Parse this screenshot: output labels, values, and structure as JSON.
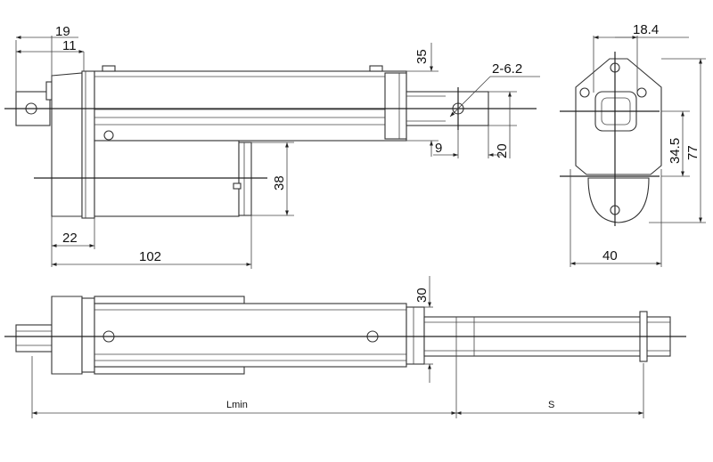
{
  "dimensions": {
    "d19": "19",
    "d11": "11",
    "d35": "35",
    "d2x62": "2-6.2",
    "d9": "9",
    "d20": "20",
    "d38": "38",
    "d22": "22",
    "d102": "102",
    "d184": "18.4",
    "d345": "34.5",
    "d77": "77",
    "d40": "40",
    "d30": "30",
    "lmin": "Lmin",
    "stroke": "S"
  }
}
